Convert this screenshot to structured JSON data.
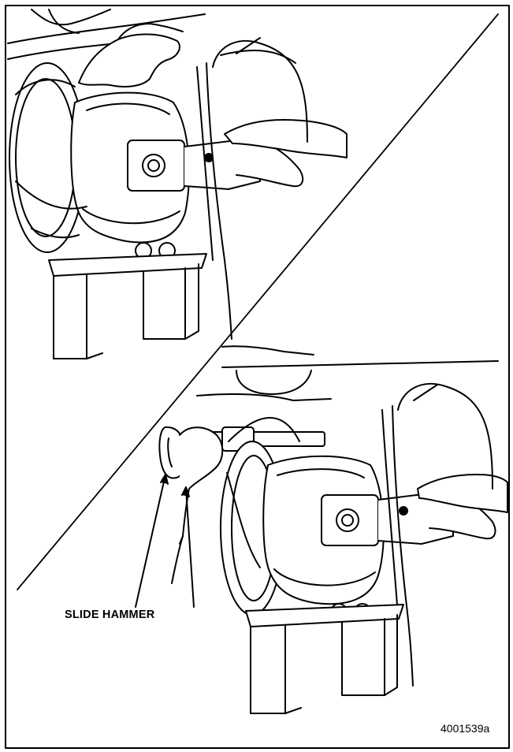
{
  "labels": {
    "callout": "SLIDE HAMMER",
    "figure_id": "4001539a"
  },
  "colors": {
    "ink": "#000000",
    "paper": "#ffffff"
  },
  "icons": [
    "brake-assembly-illustration",
    "slide-hammer-illustration",
    "support-stand-illustration"
  ]
}
